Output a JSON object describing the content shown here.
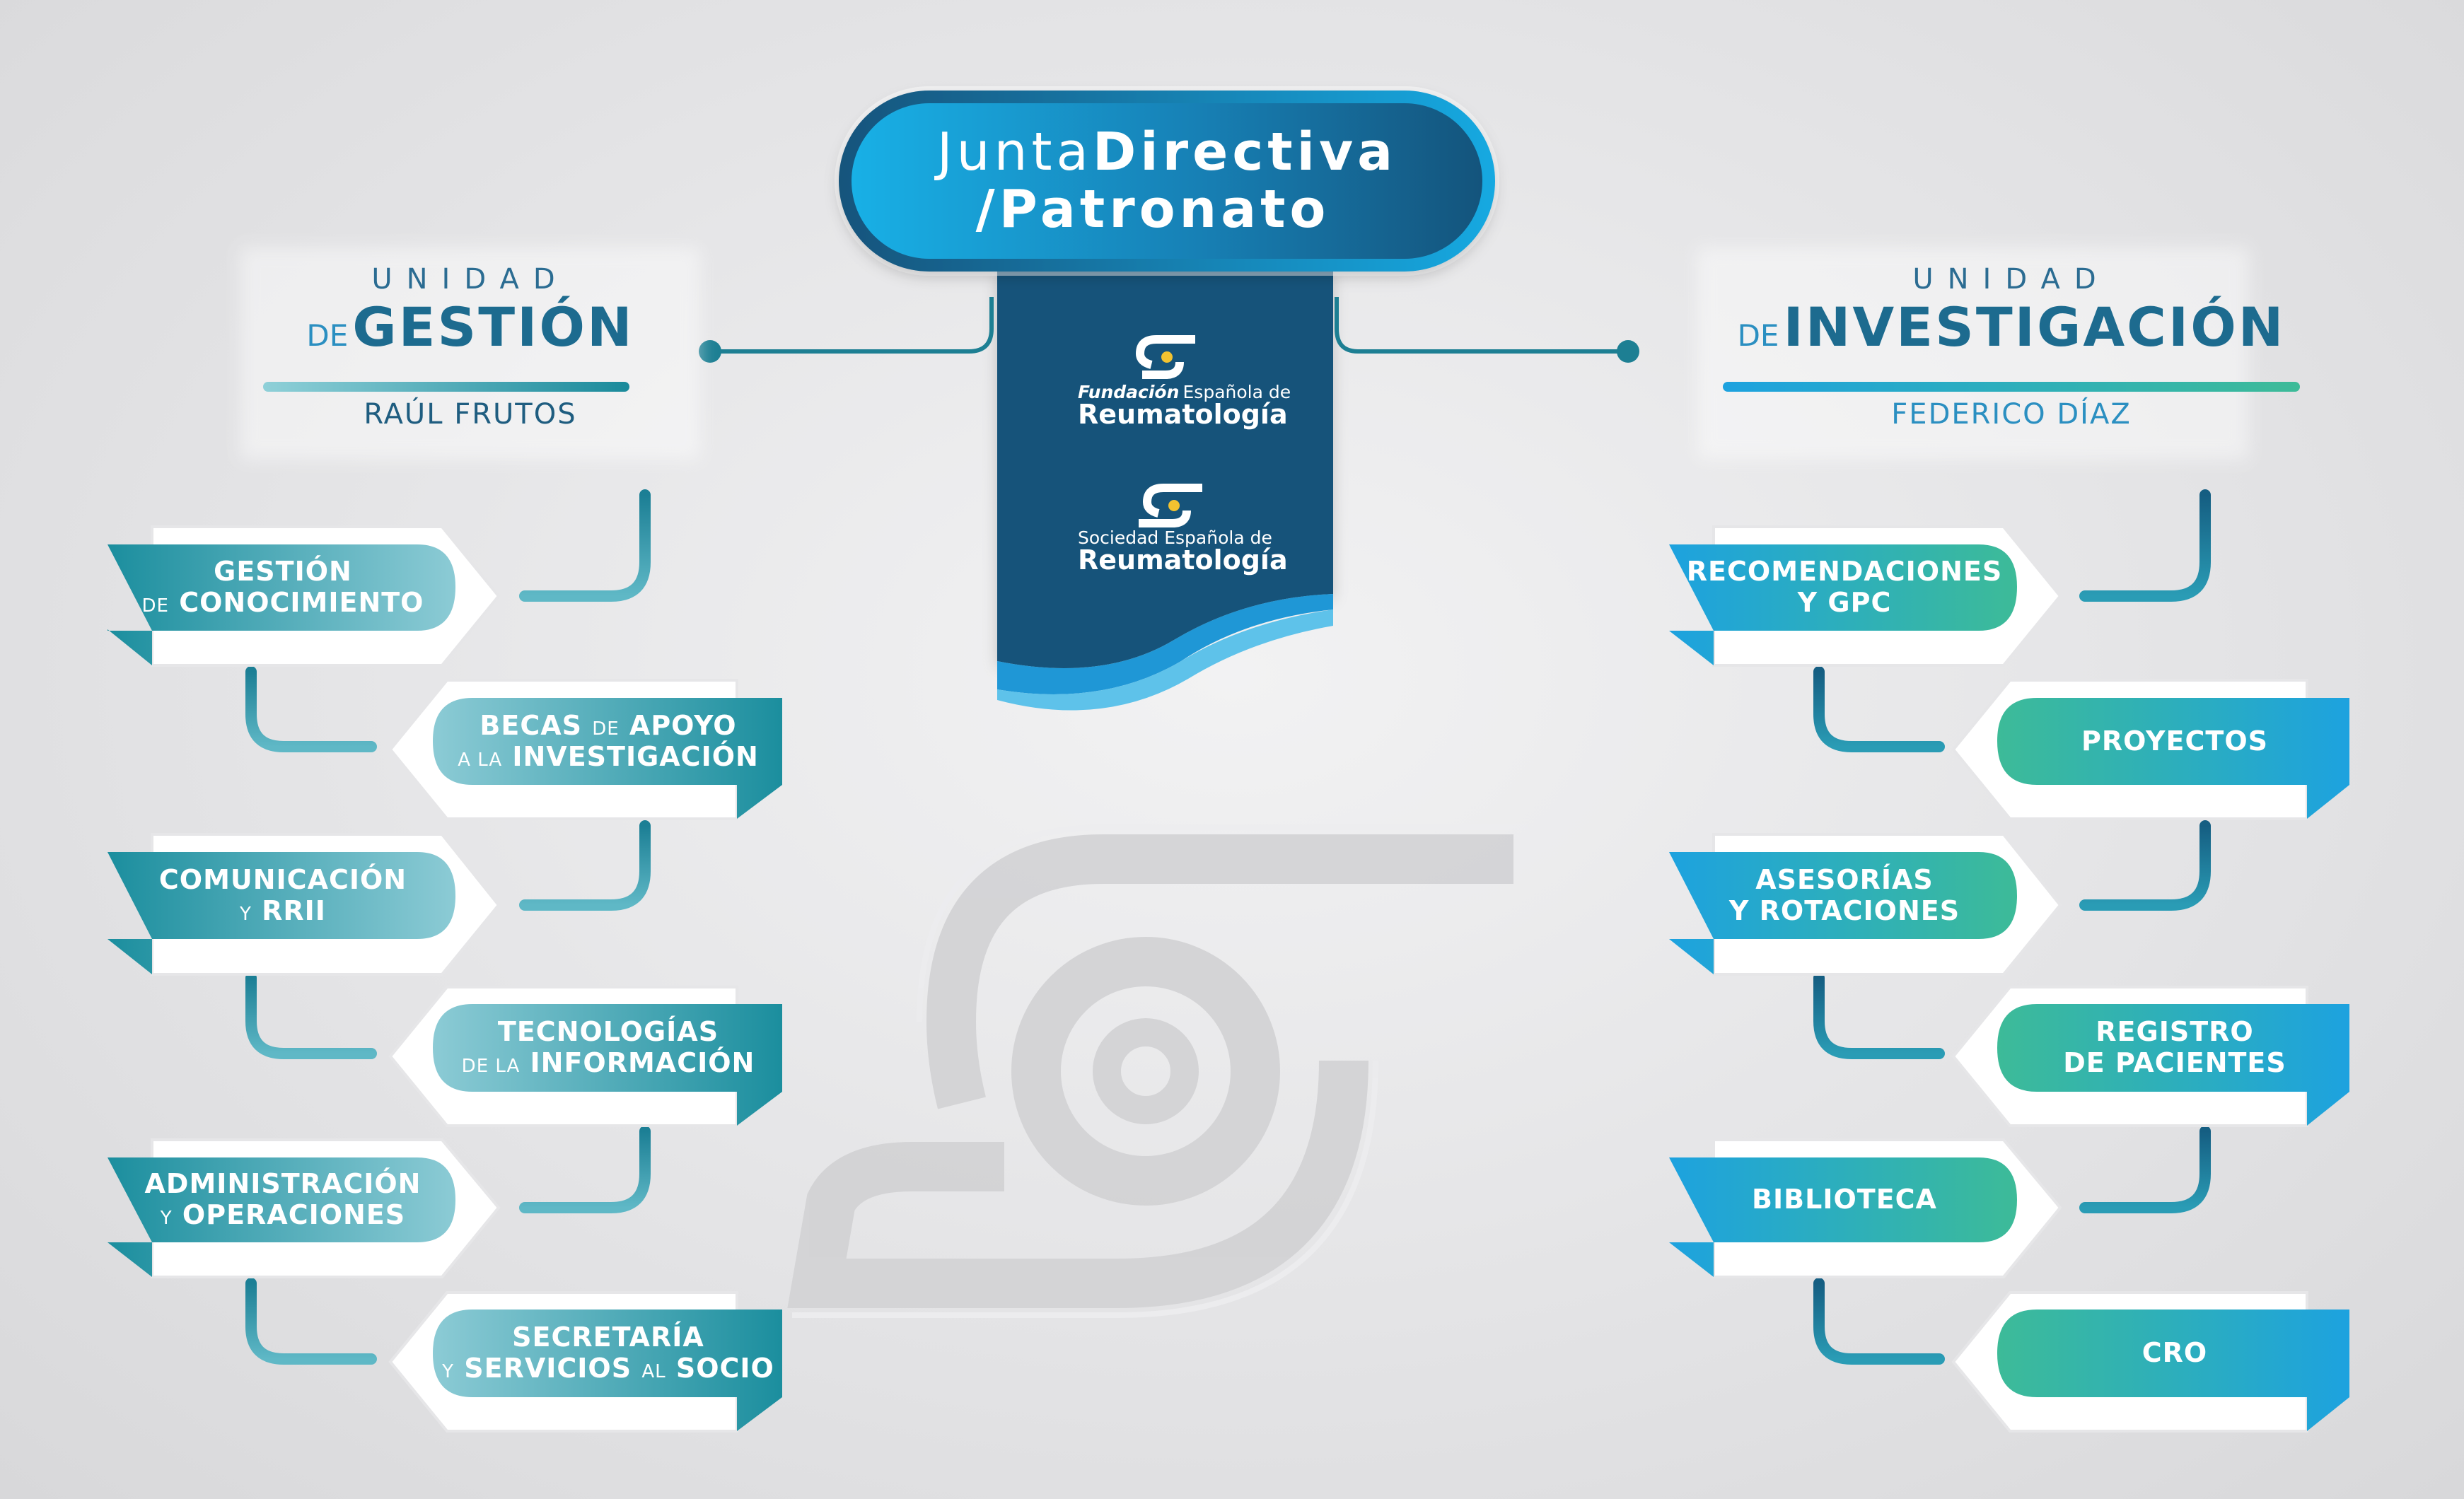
{
  "header": {
    "title_light": "Junta",
    "title_bold": "Directiva",
    "title_line2": "/Patronato"
  },
  "logos": {
    "fundacion_small_1": "Fundación",
    "fundacion_small_2": "Española de",
    "fundacion_big": "Reumatología",
    "sociedad_small": "Sociedad Española de",
    "sociedad_big": "Reumatología"
  },
  "left_unit": {
    "small": "UNIDAD",
    "de": "DE",
    "big": "GESTIÓN",
    "person": "RAÚL FRUTOS"
  },
  "right_unit": {
    "small": "UNIDAD",
    "de": "DE",
    "big": "INVESTIGACIÓN",
    "person": "FEDERICO DÍAZ"
  },
  "left_nodes": [
    {
      "line1": "GESTIÓN",
      "pre2": "DE",
      "line2": "CONOCIMIENTO"
    },
    {
      "line1": "BECAS",
      "mid1": "DE",
      "line1b": "APOYO",
      "pre2": "A LA",
      "line2": "INVESTIGACIÓN"
    },
    {
      "line1": "COMUNICACIÓN",
      "pre2": "Y",
      "line2": "RRII"
    },
    {
      "line1": "TECNOLOGÍAS",
      "pre2": "DE LA",
      "line2": "INFORMACIÓN"
    },
    {
      "line1": "ADMINISTRACIÓN",
      "pre2": "Y",
      "line2": "OPERACIONES"
    },
    {
      "line1": "SECRETARÍA",
      "pre2": "Y",
      "line2": "SERVICIOS",
      "mid2": "AL",
      "line2b": "SOCIO"
    }
  ],
  "right_nodes": [
    {
      "line1": "RECOMENDACIONES",
      "line2": "Y GPC"
    },
    {
      "line1": "PROYECTOS"
    },
    {
      "line1": "ASESORÍAS",
      "line2": "Y ROTACIONES"
    },
    {
      "line1": "REGISTRO",
      "line2": "DE PACIENTES"
    },
    {
      "line1": "BIBLIOTECA"
    },
    {
      "line1": "CRO"
    }
  ],
  "colors": {
    "navy": "#13537a",
    "teal_dark": "#1a8c9b",
    "teal_light": "#7cc3cf",
    "blue": "#1aa0dc",
    "green": "#3db89a",
    "connector": "#1d7f93"
  }
}
